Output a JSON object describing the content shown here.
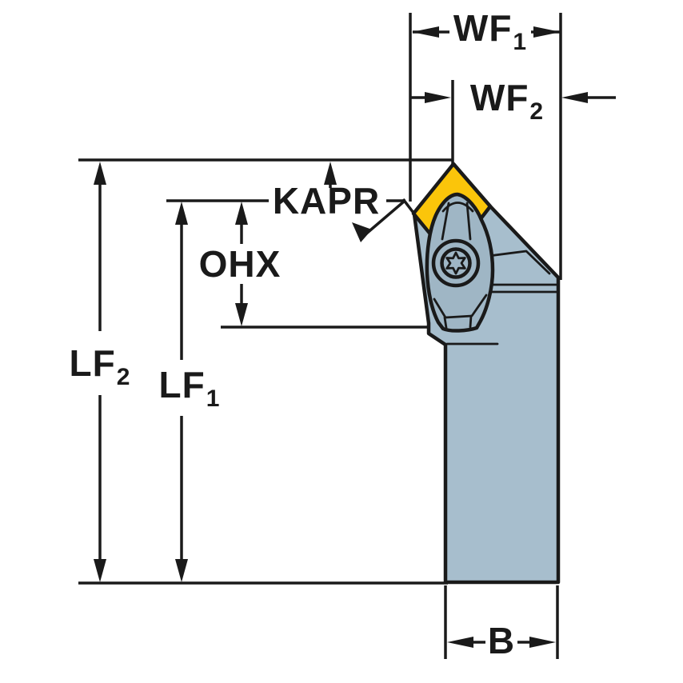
{
  "diagram": {
    "labels": {
      "wf1": {
        "base": "WF",
        "sub": "1"
      },
      "wf2": {
        "base": "WF",
        "sub": "2"
      },
      "kapr": {
        "base": "KAPR"
      },
      "ohx": {
        "base": "OHX"
      },
      "lf2": {
        "base": "LF",
        "sub": "2"
      },
      "lf1": {
        "base": "LF",
        "sub": "1"
      },
      "b": {
        "base": "B"
      }
    },
    "colors": {
      "background": "#FFFFFF",
      "line": "#1A1A1A",
      "insert": "#FBC50A",
      "body": "#A7BECD",
      "clamp": "#9FB6C5",
      "screw": "#8396A6"
    }
  }
}
